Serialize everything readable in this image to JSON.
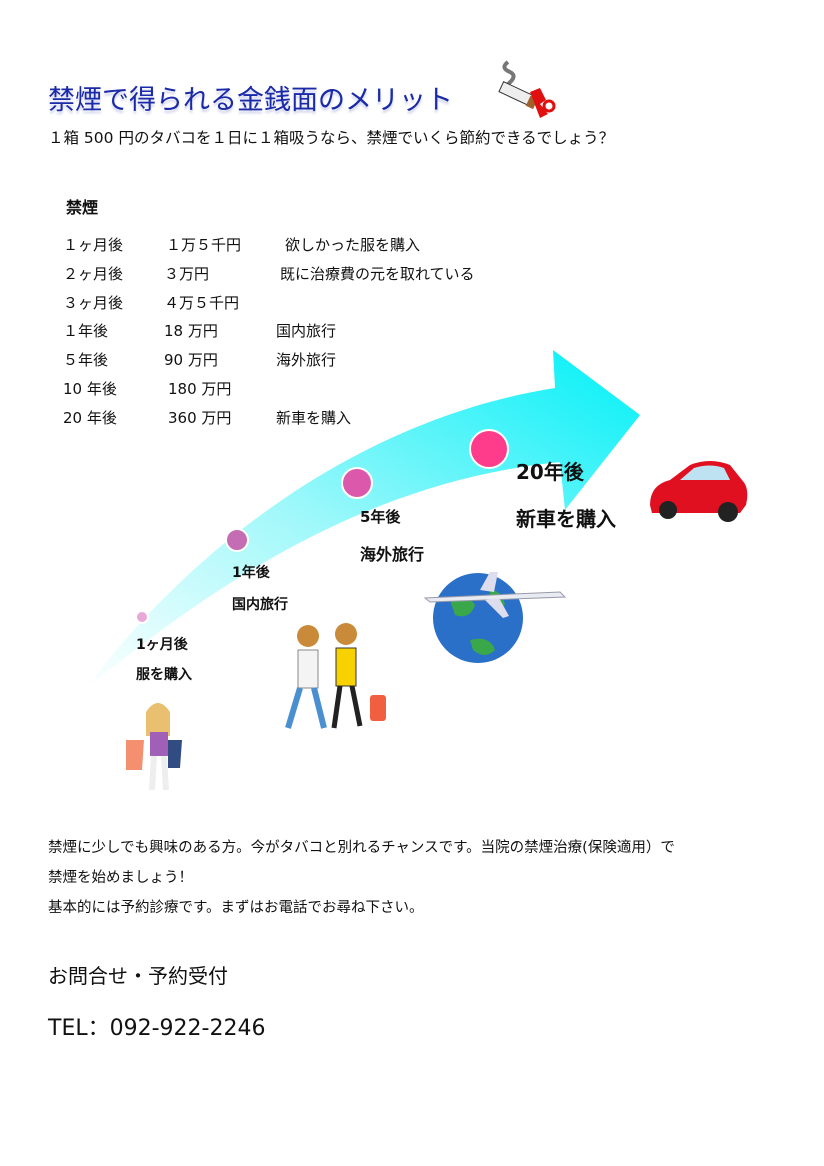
{
  "header": {
    "title": "禁煙で得られる金銭面のメリット",
    "subtitle": "１箱 500 円のタバコを１日に１箱吸うなら、禁煙でいくら節約できるでしょう？"
  },
  "savings": {
    "heading": "禁煙",
    "rows": [
      {
        "period": "１ヶ月後",
        "amount": "１万５千円",
        "benefit": "欲しかった服を購入"
      },
      {
        "period": "２ヶ月後",
        "amount": "３万円",
        "benefit": "既に治療費の元を取れている"
      },
      {
        "period": "３ヶ月後",
        "amount": "４万５千円",
        "benefit": ""
      },
      {
        "period": "１年後",
        "amount": "18 万円",
        "benefit": "国内旅行"
      },
      {
        "period": "５年後",
        "amount": "90 万円",
        "benefit": "海外旅行"
      },
      {
        "period": "10 年後",
        "amount": "180 万円",
        "benefit": ""
      },
      {
        "period": "20 年後",
        "amount": "360 万円",
        "benefit": "新車を購入"
      }
    ]
  },
  "milestones": [
    {
      "period": "1ヶ月後",
      "label": "服を購入",
      "color": "#e8a8d8"
    },
    {
      "period": "1年後",
      "label": "国内旅行",
      "color": "#c46cb4"
    },
    {
      "period": "5年後",
      "label": "海外旅行",
      "color": "#dc58aa"
    },
    {
      "period": "20年後",
      "label": "新車を購入",
      "color": "#ff3c8c"
    }
  ],
  "body_text": {
    "line1": "禁煙に少しでも興味のある方。今がタバコと別れるチャンスです。当院の禁煙治療(保険適用）で",
    "line2": "禁煙を始めましょう！",
    "line3": "基本的には予約診療です。まずはお電話でお尋ね下さい。"
  },
  "contact": {
    "heading": "お問合せ・予約受付",
    "tel": "TEL：092-922-2246"
  },
  "colors": {
    "title": "#1a2aa8",
    "arrow": "#1ef2f6"
  }
}
